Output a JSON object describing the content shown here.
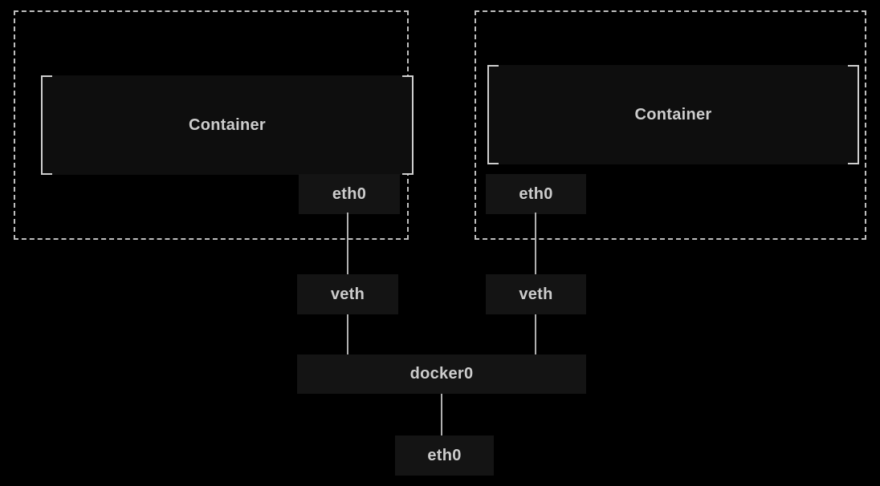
{
  "diagram": {
    "colors": {
      "background": "#000000",
      "node_fill": "#141414",
      "container_fill": "#0e0e0e",
      "dashed_border": "#bfbfbf",
      "bracket": "#cfcfcf",
      "connector": "#b0b0b0",
      "text": "#cccccc"
    },
    "namespaces": [
      {
        "container_label": "Container",
        "interface_label": "eth0"
      },
      {
        "container_label": "Container",
        "interface_label": "eth0"
      }
    ],
    "veths": [
      {
        "label": "veth"
      },
      {
        "label": "veth"
      }
    ],
    "bridge": {
      "label": "docker0"
    },
    "host_interface": {
      "label": "eth0"
    }
  }
}
